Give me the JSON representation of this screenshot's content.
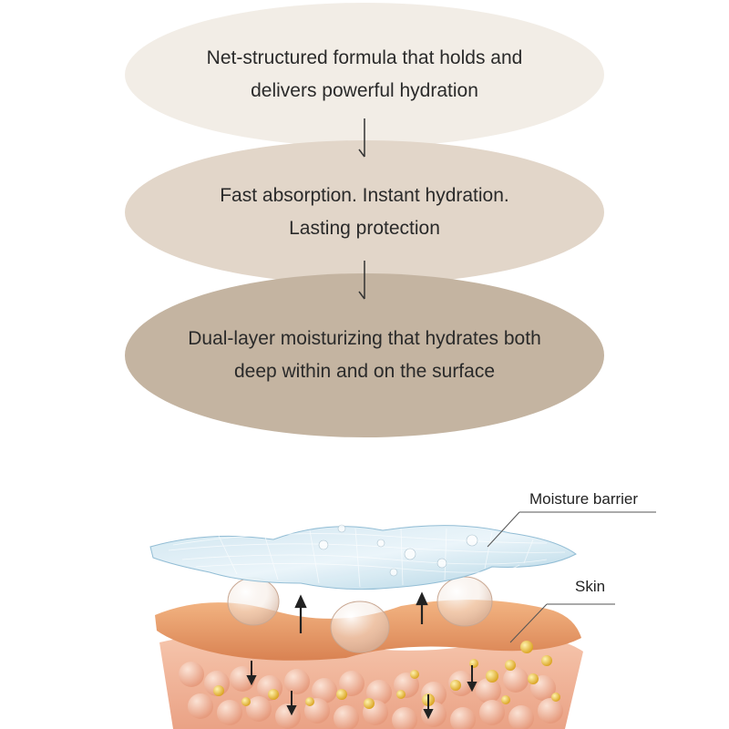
{
  "steps": [
    {
      "lines": [
        "Net-structured formula that holds and",
        "delivers powerful hydration"
      ],
      "color": "#f2ede6"
    },
    {
      "lines": [
        "Fast absorption. Instant hydration.",
        "Lasting protection"
      ],
      "color": "#e2d6c9"
    },
    {
      "lines": [
        "Dual-layer moisturizing that hydrates both",
        "deep within and on the surface"
      ],
      "color": "#c4b4a1"
    }
  ],
  "illustration": {
    "labels": {
      "moisture_barrier": "Moisture barrier",
      "skin": "Skin"
    },
    "colors": {
      "barrier": "#bcd9e8",
      "skin_top": "#e9a16e",
      "skin_lower": "#f1b69a",
      "particles": "#e9b92e"
    }
  }
}
